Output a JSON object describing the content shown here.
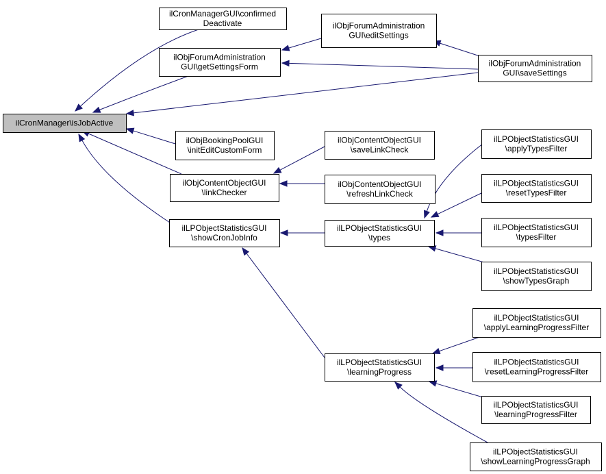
{
  "graph": {
    "colors": {
      "edge": "#191970",
      "root_fill": "#bfbfbf",
      "node_fill": "#ffffff",
      "node_stroke": "#000000"
    },
    "nodes": [
      {
        "id": "root",
        "lines": [
          "ilCronManager\\isJobActive"
        ],
        "root": true
      },
      {
        "id": "confirmedDeactivate",
        "lines": [
          "ilCronManagerGUI\\confirmed",
          "Deactivate"
        ]
      },
      {
        "id": "getSettingsForm",
        "lines": [
          "ilObjForumAdministration",
          "GUI\\getSettingsForm"
        ]
      },
      {
        "id": "editSettings",
        "lines": [
          "ilObjForumAdministration",
          "GUI\\editSettings"
        ]
      },
      {
        "id": "saveSettings",
        "lines": [
          "ilObjForumAdministration",
          "GUI\\saveSettings"
        ]
      },
      {
        "id": "initEditCustomForm",
        "lines": [
          "ilObjBookingPoolGUI",
          "\\initEditCustomForm"
        ]
      },
      {
        "id": "linkChecker",
        "lines": [
          "ilObjContentObjectGUI",
          "\\linkChecker"
        ]
      },
      {
        "id": "saveLinkCheck",
        "lines": [
          "ilObjContentObjectGUI",
          "\\saveLinkCheck"
        ]
      },
      {
        "id": "refreshLinkCheck",
        "lines": [
          "ilObjContentObjectGUI",
          "\\refreshLinkCheck"
        ]
      },
      {
        "id": "showCronJobInfo",
        "lines": [
          "ilLPObjectStatisticsGUI",
          "\\showCronJobInfo"
        ]
      },
      {
        "id": "types",
        "lines": [
          "ilLPObjectStatisticsGUI",
          "\\types"
        ]
      },
      {
        "id": "applyTypesFilter",
        "lines": [
          "ilLPObjectStatisticsGUI",
          "\\applyTypesFilter"
        ]
      },
      {
        "id": "resetTypesFilter",
        "lines": [
          "ilLPObjectStatisticsGUI",
          "\\resetTypesFilter"
        ]
      },
      {
        "id": "typesFilter",
        "lines": [
          "ilLPObjectStatisticsGUI",
          "\\typesFilter"
        ]
      },
      {
        "id": "showTypesGraph",
        "lines": [
          "ilLPObjectStatisticsGUI",
          "\\showTypesGraph"
        ]
      },
      {
        "id": "learningProgress",
        "lines": [
          "ilLPObjectStatisticsGUI",
          "\\learningProgress"
        ]
      },
      {
        "id": "applyLearningProgressFilter",
        "lines": [
          "ilLPObjectStatisticsGUI",
          "\\applyLearningProgressFilter"
        ]
      },
      {
        "id": "resetLearningProgressFilter",
        "lines": [
          "ilLPObjectStatisticsGUI",
          "\\resetLearningProgressFilter"
        ]
      },
      {
        "id": "learningProgressFilter",
        "lines": [
          "ilLPObjectStatisticsGUI",
          "\\learningProgressFilter"
        ]
      },
      {
        "id": "showLearningProgressGraph",
        "lines": [
          "ilLPObjectStatisticsGUI",
          "\\showLearningProgressGraph"
        ]
      }
    ],
    "edges": [
      {
        "from": "confirmedDeactivate",
        "to": "root"
      },
      {
        "from": "getSettingsForm",
        "to": "root"
      },
      {
        "from": "saveSettings",
        "to": "root"
      },
      {
        "from": "initEditCustomForm",
        "to": "root"
      },
      {
        "from": "linkChecker",
        "to": "root"
      },
      {
        "from": "showCronJobInfo",
        "to": "root"
      },
      {
        "from": "editSettings",
        "to": "getSettingsForm"
      },
      {
        "from": "saveSettings",
        "to": "getSettingsForm"
      },
      {
        "from": "saveSettings",
        "to": "editSettings"
      },
      {
        "from": "saveLinkCheck",
        "to": "linkChecker"
      },
      {
        "from": "refreshLinkCheck",
        "to": "linkChecker"
      },
      {
        "from": "types",
        "to": "showCronJobInfo"
      },
      {
        "from": "learningProgress",
        "to": "showCronJobInfo"
      },
      {
        "from": "applyTypesFilter",
        "to": "types"
      },
      {
        "from": "resetTypesFilter",
        "to": "types"
      },
      {
        "from": "typesFilter",
        "to": "types"
      },
      {
        "from": "showTypesGraph",
        "to": "types"
      },
      {
        "from": "applyLearningProgressFilter",
        "to": "learningProgress"
      },
      {
        "from": "resetLearningProgressFilter",
        "to": "learningProgress"
      },
      {
        "from": "learningProgressFilter",
        "to": "learningProgress"
      },
      {
        "from": "showLearningProgressGraph",
        "to": "learningProgress"
      }
    ]
  }
}
